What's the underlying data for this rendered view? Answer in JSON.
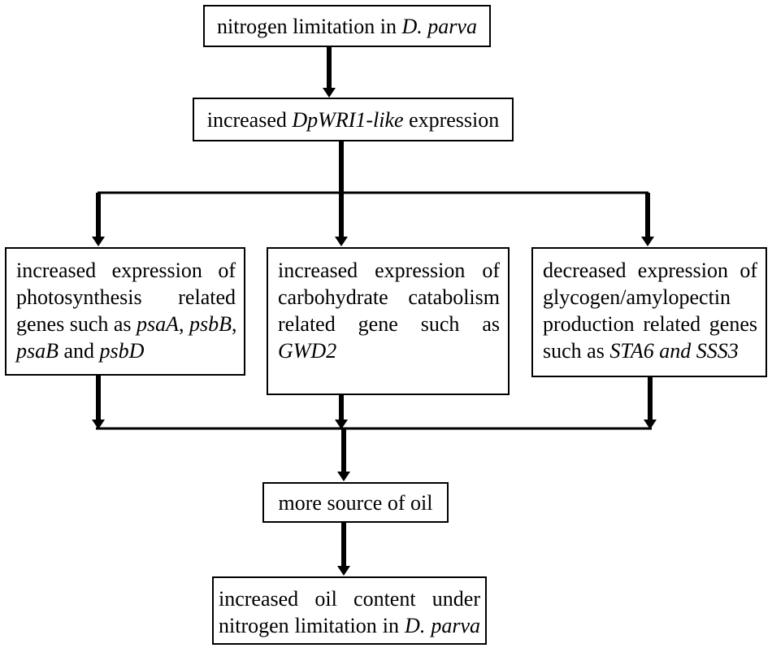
{
  "boxes": {
    "top": {
      "prefix": "nitrogen limitation in ",
      "species": "D. parva"
    },
    "wri1": {
      "prefix": "increased ",
      "gene": "DpWRI1-like",
      "suffix": " expression"
    },
    "left": {
      "line1": "increased expression of",
      "line2": "photosynthesis related",
      "line3_prefix": "genes such as ",
      "gene1": "psaA",
      "sep1": ", ",
      "gene2": "psbB",
      "sep2": ",",
      "gene3": "psaB",
      "conj": " and ",
      "gene4": "psbD"
    },
    "middle": {
      "line1": "increased expression of",
      "line2": "carbohydrate catabolism",
      "line3": "related gene such as",
      "gene": "GWD2"
    },
    "right": {
      "line1": "decreased expression of",
      "line2": "glycogen/amylopectin",
      "line3": "production related genes",
      "line4_prefix": "such as ",
      "genes": "STA6 and SSS3"
    },
    "oil_source": {
      "text": "more source of oil"
    },
    "final": {
      "line1": "increased oil content under",
      "line2_prefix": "nitrogen limitation in ",
      "species": "D. parva"
    }
  }
}
